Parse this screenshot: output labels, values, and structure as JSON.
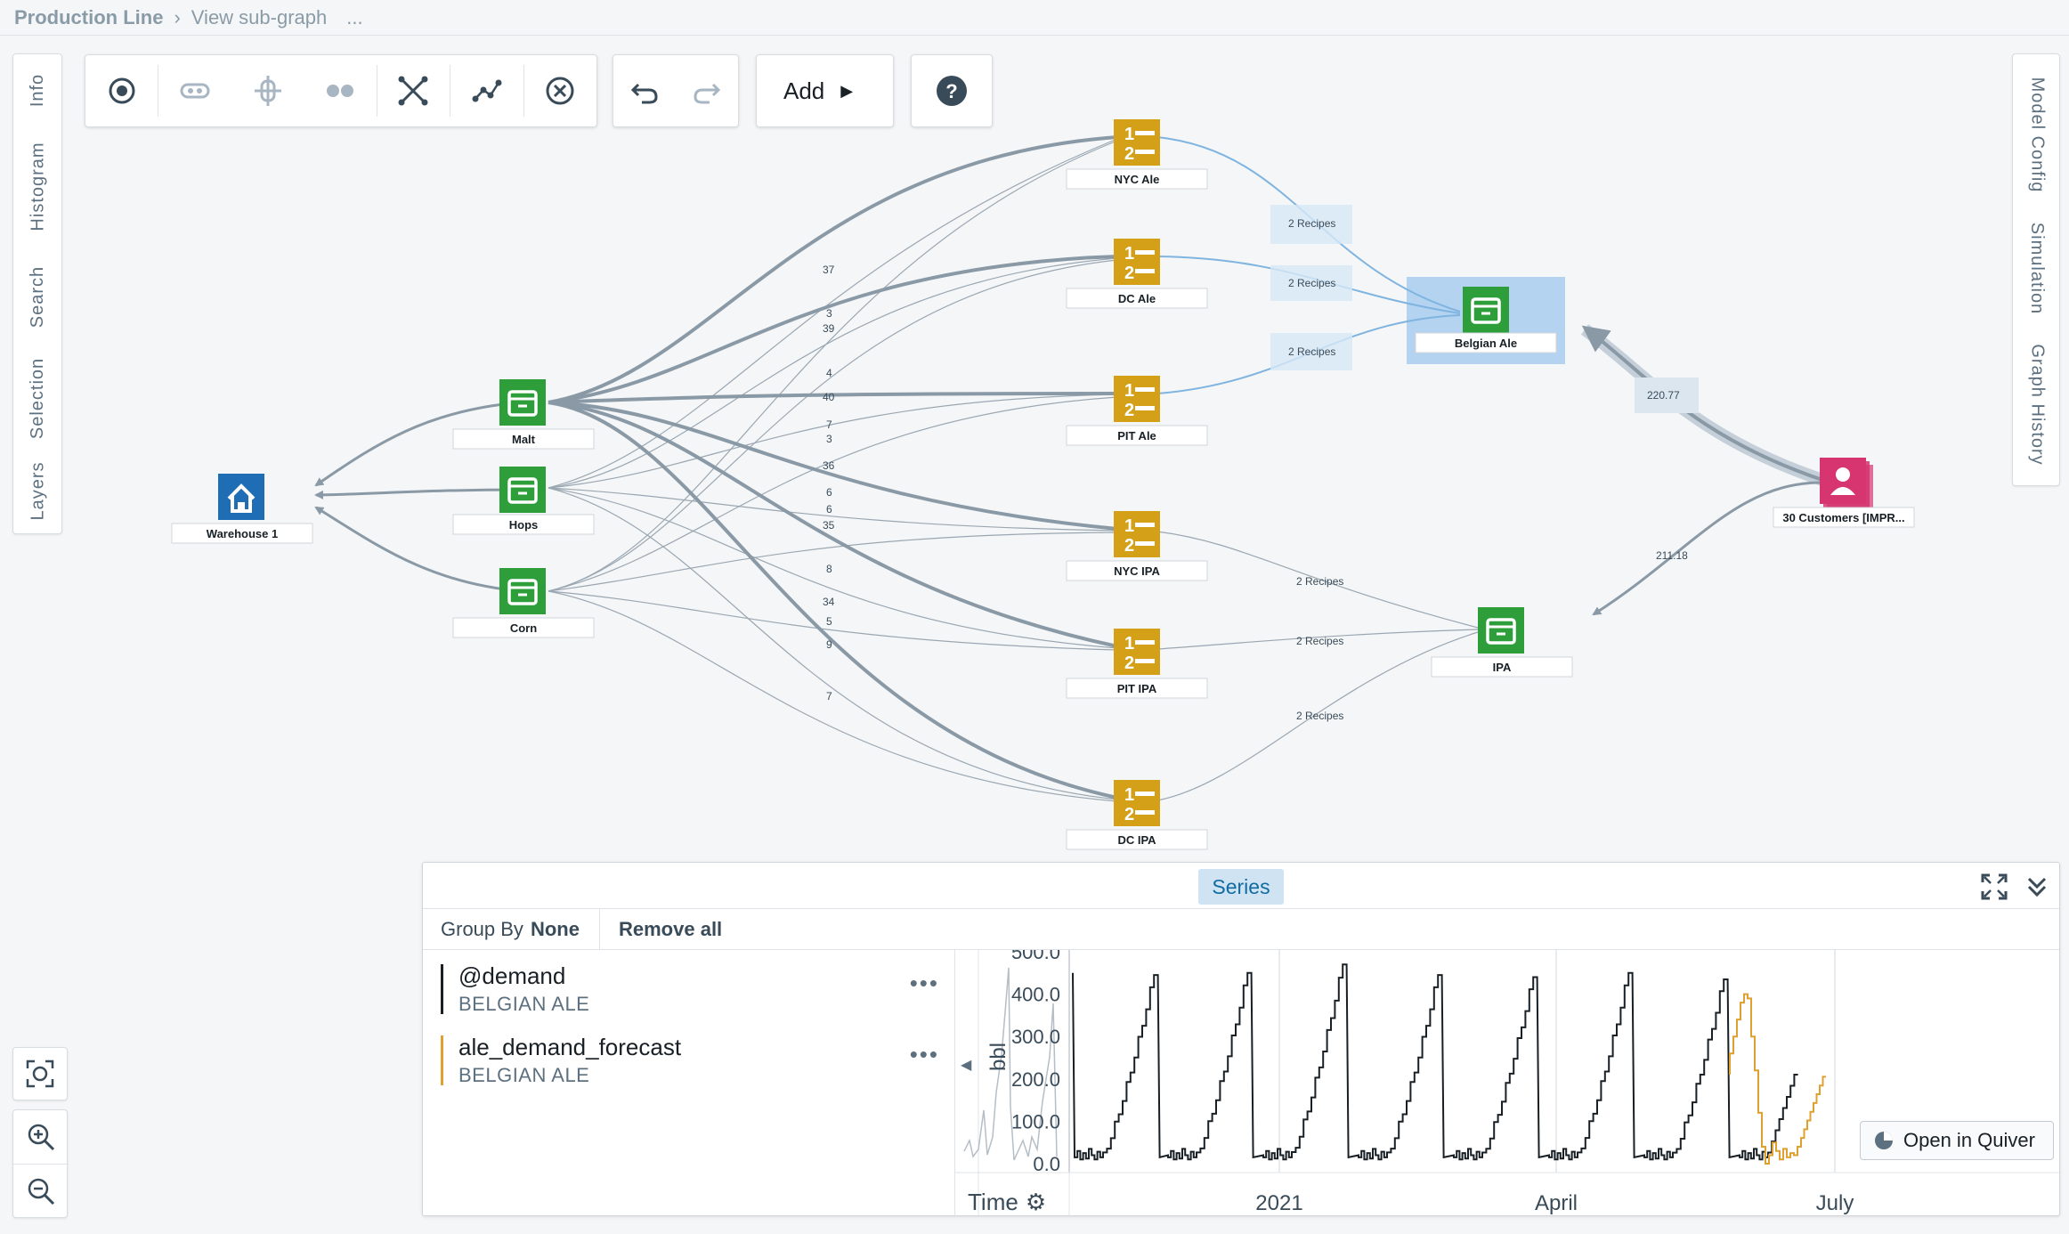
{
  "breadcrumb": {
    "root": "Production Line",
    "current": "View sub-graph",
    "more": "..."
  },
  "left_tabs": [
    "Info",
    "Histogram",
    "Search",
    "Selection",
    "Layers"
  ],
  "right_tabs": [
    "Model Config",
    "Simulation",
    "Graph History"
  ],
  "toolbar": {
    "tools": [
      "select-node-icon",
      "link-icon",
      "split-icon",
      "dots-icon",
      "expand-icon",
      "scatter-icon",
      "remove-icon"
    ],
    "undo": "undo-icon",
    "redo": "redo-icon",
    "add_label": "Add",
    "help": "help-icon"
  },
  "graph": {
    "nodes": {
      "warehouse": "Warehouse 1",
      "malt": "Malt",
      "hops": "Hops",
      "corn": "Corn",
      "nyc_ale": "NYC Ale",
      "dc_ale": "DC Ale",
      "pit_ale": "PIT Ale",
      "nyc_ipa": "NYC IPA",
      "pit_ipa": "PIT IPA",
      "dc_ipa": "DC IPA",
      "belgian_ale": "Belgian Ale",
      "ipa": "IPA",
      "customers": "30 Customers [IMPR..."
    },
    "edge_labels": {
      "recipes": "2 Recipes",
      "belgian_to_customers": "220.77",
      "ipa_to_customers": "211.18",
      "numbers": [
        "37",
        "3",
        "39",
        "4",
        "40",
        "7",
        "3",
        "36",
        "6",
        "6",
        "35",
        "8",
        "34",
        "5",
        "9",
        "7"
      ]
    },
    "colors": {
      "warehouse": "#1f6db5",
      "material": "#2d9e3a",
      "recipe": "#d4a017",
      "customer": "#d6356f",
      "edge": "#8a99a6",
      "selected": "#a8cdee"
    }
  },
  "panel": {
    "tab": "Series",
    "group_by_label": "Group By",
    "group_by_value": "None",
    "remove_all": "Remove all",
    "series": [
      {
        "name": "@demand",
        "sub": "BELGIAN ALE",
        "color": "#182026"
      },
      {
        "name": "ale_demand_forecast",
        "sub": "BELGIAN ALE",
        "color": "#e0a030"
      }
    ],
    "time_label": "Time",
    "open_quiver": "Open in Quiver"
  },
  "chart_data": {
    "type": "line",
    "ylabel": "bbl",
    "yticks": [
      "500.0",
      "400.0",
      "300.0",
      "200.0",
      "100.0",
      "0.0"
    ],
    "ylim": [
      0,
      500
    ],
    "xticks": [
      "2021",
      "April",
      "July"
    ],
    "series": [
      {
        "name": "@demand",
        "cycles": [
          {
            "peak": 445
          },
          {
            "peak": 450
          },
          {
            "peak": 470
          },
          {
            "peak": 445
          },
          {
            "peak": 440
          },
          {
            "peak": 450
          },
          {
            "peak": 435
          },
          {
            "peak": 210
          }
        ]
      },
      {
        "name": "ale_demand_forecast",
        "cycles": [
          {
            "peak": 400
          },
          {
            "peak": 205
          }
        ]
      }
    ]
  }
}
